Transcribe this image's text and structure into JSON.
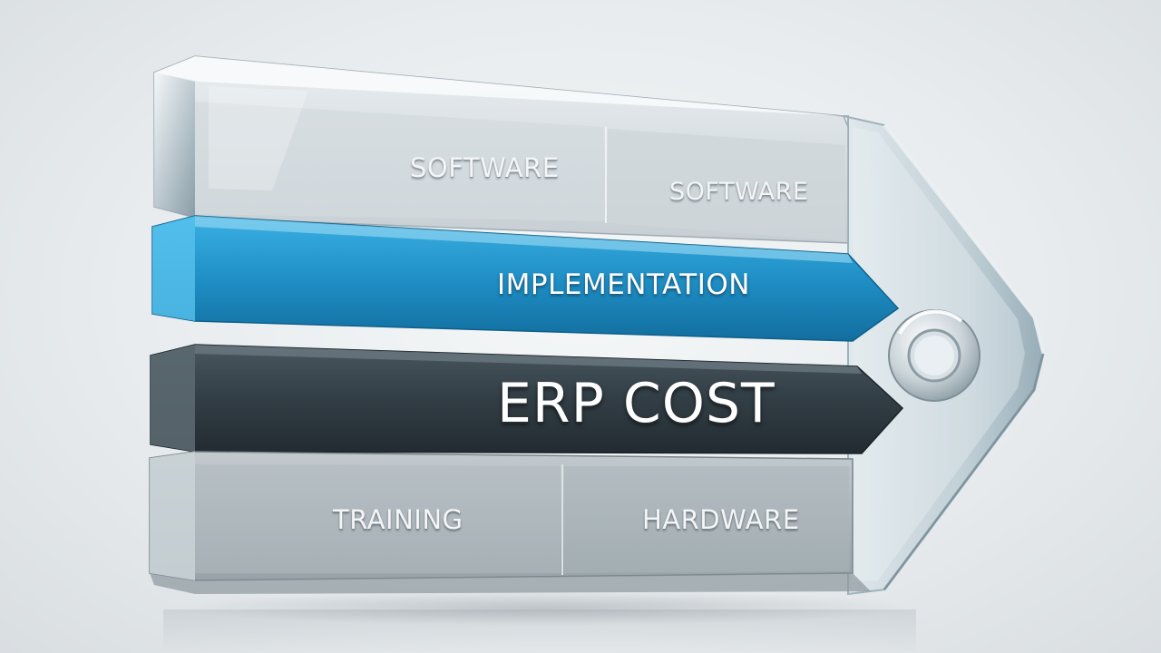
{
  "labels": {
    "software_left": "SOFTWARE",
    "software_right": "SOFTWARE",
    "implementation": "IMPLEMENTATION",
    "main_title": "ERP COST",
    "training": "TRAINING",
    "hardware": "HARDWARE"
  },
  "colors": {
    "background": "#e8ecee",
    "implementation_band": "#1f8fc4",
    "erp_band": "#2f3a41",
    "glass_band": "#c5cdd2",
    "bottom_band": "#a9b2b8"
  }
}
